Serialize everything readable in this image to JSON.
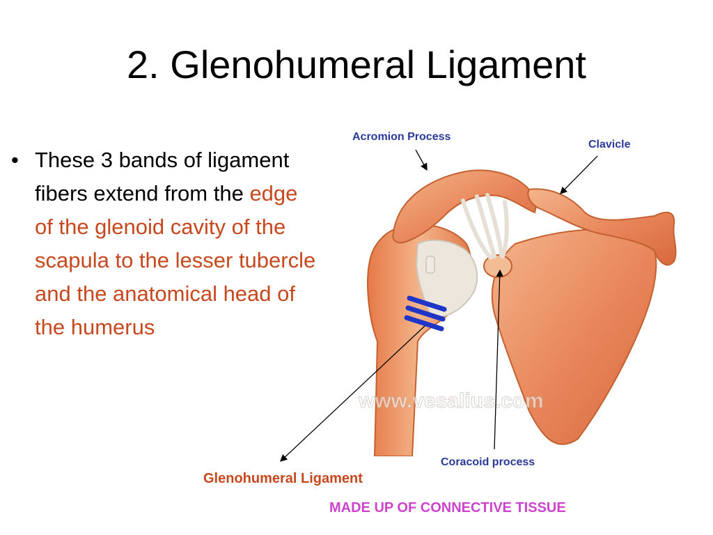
{
  "slide": {
    "title": "2. Glenohumeral Ligament"
  },
  "bullet": {
    "glyph": "•",
    "text_intro": "These 3 bands of ligament fibers extend from the ",
    "text_highlight": "edge of the glenoid cavity of the scapula to the lesser tubercle and the anatomical head of the humerus"
  },
  "labels": {
    "acromion": "Acromion Process",
    "clavicle": "Clavicle",
    "coracoid": "Coracoid process",
    "glenohumeral": "Glenohumeral Ligament",
    "tissue_note": "MADE UP OF CONNECTIVE TISSUE"
  },
  "illustration": {
    "watermark": "www.vesalius.com"
  },
  "colors": {
    "bone": "#e8855a",
    "bone_light": "#f4b48a",
    "ligament": "#e6dfd6",
    "ligament_band": "#1f35c8",
    "highlight_text": "#c8481e",
    "label_blue": "#2a3a9a",
    "note_magenta": "#cc44cc"
  }
}
